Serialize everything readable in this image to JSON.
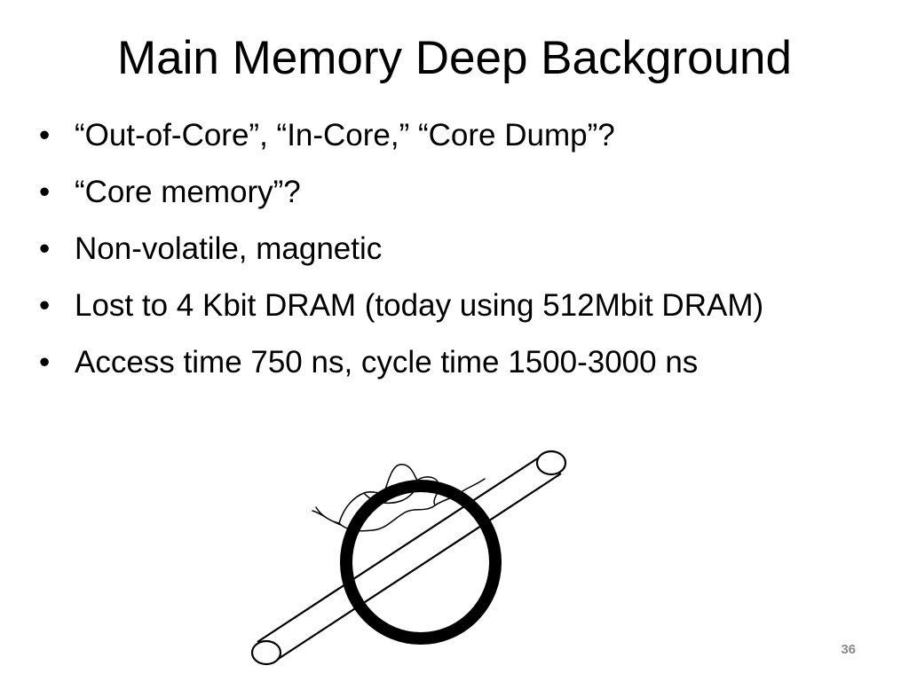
{
  "slide": {
    "title": "Main Memory Deep Background",
    "bullet_symbol": "•",
    "bullets": [
      "“Out-of-Core”, “In-Core,” “Core Dump”?",
      "“Core memory”?",
      "Non-volatile, magnetic",
      "Lost to 4 Kbit DRAM (today using 512Mbit DRAM)",
      "Access time 750 ns, cycle time 1500-3000 ns"
    ],
    "page_number": "36"
  },
  "colors": {
    "text": "#000000",
    "background": "#ffffff",
    "page_number": "#8a8a8a"
  },
  "illustration": {
    "icon": "magnetic-core-ring-icon"
  }
}
